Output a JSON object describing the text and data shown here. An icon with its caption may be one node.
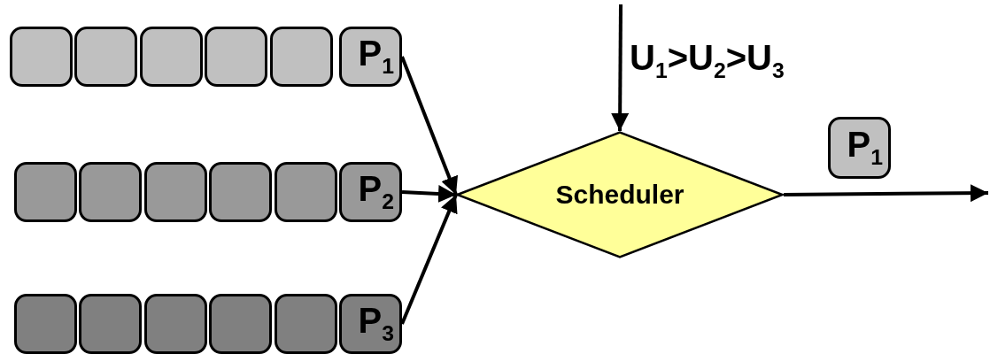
{
  "diagram": {
    "nodes": [
      {
        "text": [],
        "shape": "box"
      },
      {
        "text": [],
        "shape": "box"
      },
      {
        "text": [],
        "shape": "box"
      },
      {
        "text": [],
        "shape": "box"
      },
      {
        "text": [],
        "shape": "box"
      },
      {
        "text": [
          "P$_{1}$"
        ]
      },
      {
        "text": [],
        "shape": "box"
      },
      {
        "text": [],
        "shape": "box"
      },
      {
        "text": [],
        "shape": "box"
      },
      {
        "text": [],
        "shape": "box"
      },
      {
        "text": [],
        "shape": "box"
      },
      {
        "text": [
          "P$_{2}$"
        ]
      },
      {
        "text": [],
        "shape": "box"
      },
      {
        "text": [],
        "shape": "box"
      },
      {
        "text": [],
        "shape": "box"
      },
      {
        "text": [],
        "shape": "box"
      },
      {
        "text": [],
        "shape": "box"
      },
      {
        "text": [
          "P$_{3}$"
        ]
      },
      {
        "text": [
          "Scheduler"
        ]
      },
      {
        "text": [
          "P$_{1}$"
        ]
      }
    ],
    "edges": [
      {
        "from": 5,
        "to": 18,
        "arrow": "to"
      },
      {
        "from": 11,
        "to": 18,
        "arrow": "to"
      },
      {
        "from": 17,
        "to": 18,
        "arrow": "to"
      },
      {
        "from": null,
        "to": 18,
        "arrow": "to",
        "label": "U$_{1}$>U$_{2}$>U$_{3}$"
      },
      {
        "from": 18,
        "to": null,
        "arrow": "to"
      }
    ]
  }
}
